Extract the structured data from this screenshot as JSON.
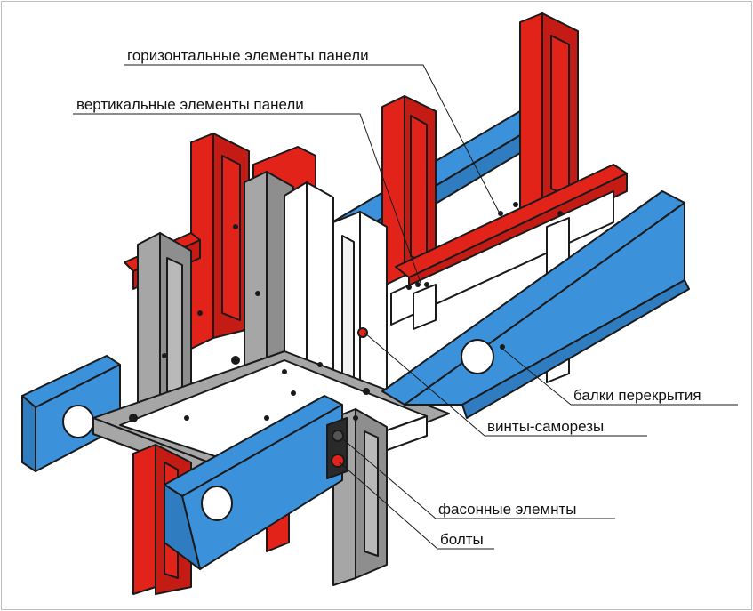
{
  "labels": {
    "horizontal": "горизонтальные элементы панели",
    "vertical": "вертикальные элементы панели",
    "beams": "балки перекрытия",
    "screws": "винты-саморезы",
    "shaped": "фасонные элемнты",
    "bolts": "болты"
  },
  "colors": {
    "red": "#e2231a",
    "blue": "#3b92db",
    "grey": "#a6a6a6",
    "white": "#ffffff",
    "outline": "#1a1a1a"
  }
}
